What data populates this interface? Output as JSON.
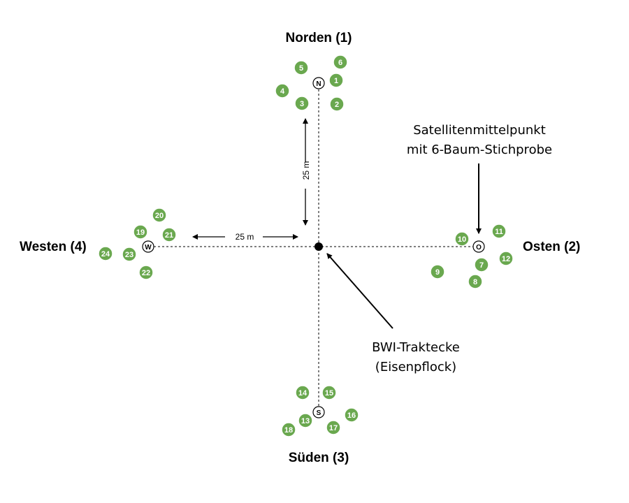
{
  "labels": {
    "north": "Norden (1)",
    "east": "Osten (2)",
    "south": "Süden (3)",
    "west": "Westen (4)"
  },
  "distance_labels": {
    "vertical": "25 m",
    "horizontal": "25 m"
  },
  "callouts": {
    "satellite_line1": "Satellitenmittelpunkt",
    "satellite_line2": "mit 6-Baum-Stichprobe",
    "corner_line1": "BWI-Traktecke",
    "corner_line2": "(Eisenpflock)"
  },
  "satellite_centers": {
    "north": "N",
    "east": "O",
    "south": "S",
    "west": "W"
  },
  "trees": [
    "1",
    "2",
    "3",
    "4",
    "5",
    "6",
    "7",
    "8",
    "9",
    "10",
    "11",
    "12",
    "13",
    "14",
    "15",
    "16",
    "17",
    "18",
    "19",
    "20",
    "21",
    "22",
    "23",
    "24"
  ],
  "colors": {
    "tree_fill": "#6aa84f",
    "tree_stroke": "#ffffff",
    "axis": "#000000",
    "text": "#000000"
  }
}
